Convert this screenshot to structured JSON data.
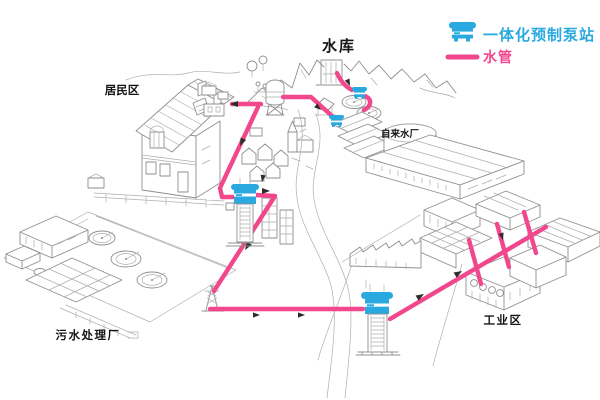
{
  "legend": {
    "items": [
      {
        "icon": "pump-station-icon",
        "label": "一体化预制泵站",
        "color": "#29a9e0"
      },
      {
        "icon": "water-pipe-swatch",
        "label": "水管",
        "color": "#f2478c"
      }
    ]
  },
  "map_labels": {
    "reservoir": "水库",
    "residential_area": "居民区",
    "tap_water_plant": "自来水厂",
    "sewage_treatment_plant": "污水处理厂",
    "industrial_area": "工业区"
  },
  "colors": {
    "pump_station": "#29a9e0",
    "water_pipe": "#f2478c",
    "sketch_line": "#8f8f8f",
    "label_text": "#141414"
  }
}
